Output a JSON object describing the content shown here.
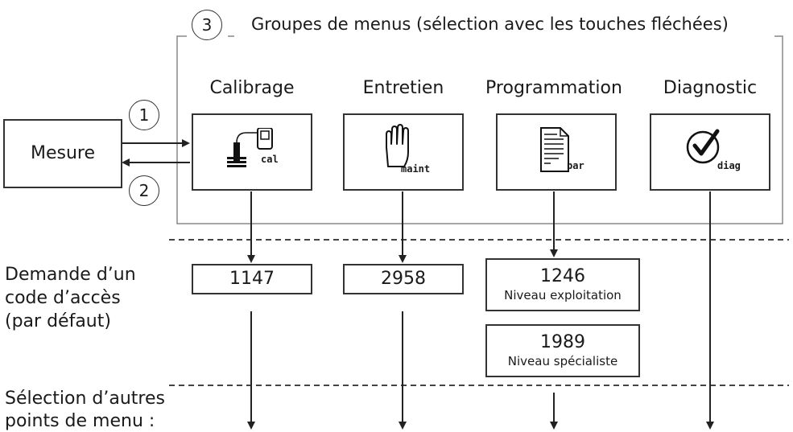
{
  "menu_group": {
    "number": "3",
    "title": "Groupes de menus (sélection avec les touches fléchées)"
  },
  "mesure": {
    "label": "Mesure"
  },
  "arrows": {
    "enter_number": "1",
    "back_number": "2"
  },
  "groups": [
    {
      "label": "Calibrage",
      "icon": "calibration-icon",
      "caption": "cal"
    },
    {
      "label": "Entretien",
      "icon": "hand-icon",
      "caption": "maint"
    },
    {
      "label": "Programmation",
      "icon": "document-icon",
      "caption": "par"
    },
    {
      "label": "Diagnostic",
      "icon": "checkmark-icon",
      "caption": "diag"
    }
  ],
  "access": {
    "label_line1": "Demande d’un",
    "label_line2": "code d’accès",
    "label_line3": "(par défaut)",
    "codes": [
      {
        "code": "1147"
      },
      {
        "code": "2958"
      },
      {
        "code": "1246",
        "sub": "Niveau exploitation"
      },
      {
        "code": "1989",
        "sub": "Niveau spécialiste"
      }
    ]
  },
  "selection": {
    "label_line1": "Sélection d’autres",
    "label_line2": "points de menu :"
  },
  "colors": {
    "line": "#222222",
    "box_border": "#333333",
    "dashed": "#444444"
  }
}
